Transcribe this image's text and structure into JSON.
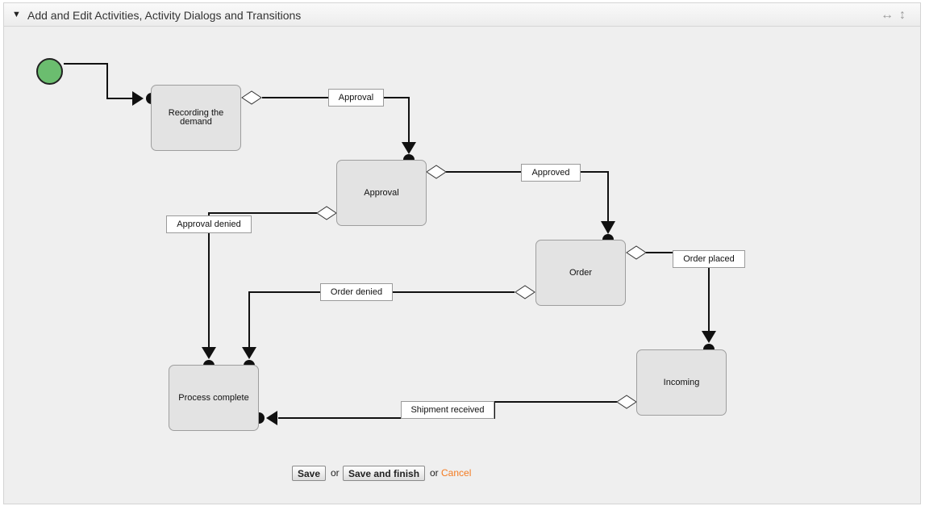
{
  "panel": {
    "toggle_icon": "triangle-down-icon",
    "title": "Add and Edit Activities, Activity Dialogs and Transitions",
    "resize_icons": [
      "horizontal-resize-icon",
      "vertical-resize-icon"
    ]
  },
  "diagram": {
    "start_node_color": "#6bbd6f",
    "activities": {
      "recording": "Recording the demand",
      "approval": "Approval",
      "order": "Order",
      "incoming": "Incoming",
      "complete": "Process complete"
    },
    "transitions": {
      "approval": "Approval",
      "approved": "Approved",
      "approval_denied": "Approval denied",
      "order_placed": "Order placed",
      "order_denied": "Order denied",
      "shipment_received": "Shipment received"
    }
  },
  "actions": {
    "save": "Save",
    "or1": "or",
    "save_finish": "Save and finish",
    "or2": "or",
    "cancel": "Cancel",
    "cancel_color": "#f47b20"
  }
}
